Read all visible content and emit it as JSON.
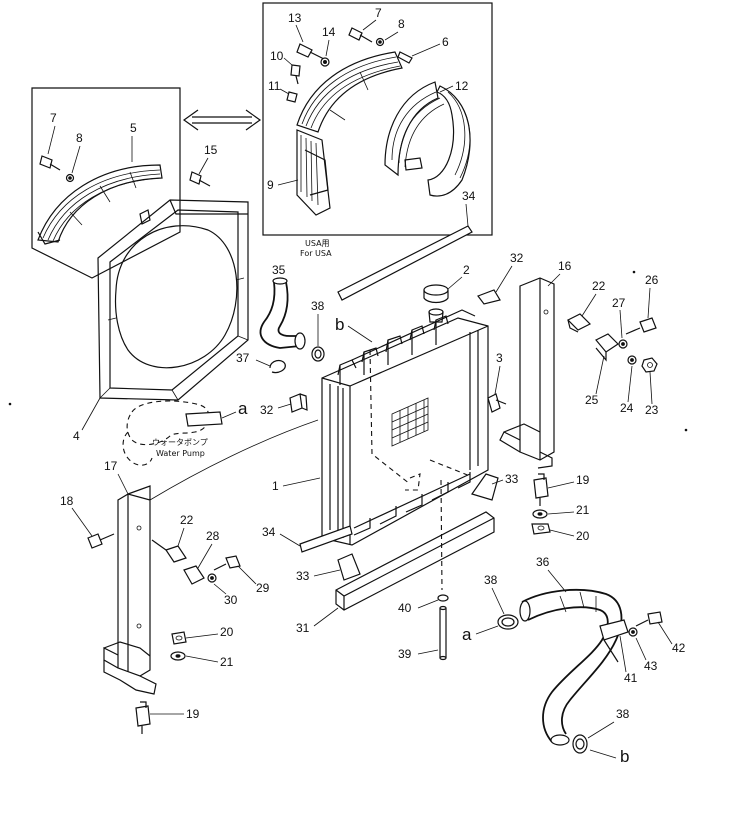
{
  "diagram": {
    "usa_label_jp": "USA用",
    "usa_label_en": "For USA",
    "water_pump_jp": "ウォータポンプ",
    "water_pump_en": "Water Pump",
    "callouts": [
      {
        "id": "c1",
        "text": "1"
      },
      {
        "id": "c2",
        "text": "2"
      },
      {
        "id": "c3",
        "text": "3"
      },
      {
        "id": "c4",
        "text": "4"
      },
      {
        "id": "c5",
        "text": "5"
      },
      {
        "id": "c6",
        "text": "6"
      },
      {
        "id": "c7a",
        "text": "7"
      },
      {
        "id": "c7b",
        "text": "7"
      },
      {
        "id": "c8a",
        "text": "8"
      },
      {
        "id": "c8b",
        "text": "8"
      },
      {
        "id": "c9",
        "text": "9"
      },
      {
        "id": "c10",
        "text": "10"
      },
      {
        "id": "c11",
        "text": "11"
      },
      {
        "id": "c12",
        "text": "12"
      },
      {
        "id": "c13",
        "text": "13"
      },
      {
        "id": "c14",
        "text": "14"
      },
      {
        "id": "c15",
        "text": "15"
      },
      {
        "id": "c16",
        "text": "16"
      },
      {
        "id": "c17",
        "text": "17"
      },
      {
        "id": "c18",
        "text": "18"
      },
      {
        "id": "c19a",
        "text": "19"
      },
      {
        "id": "c19b",
        "text": "19"
      },
      {
        "id": "c20a",
        "text": "20"
      },
      {
        "id": "c20b",
        "text": "20"
      },
      {
        "id": "c21a",
        "text": "21"
      },
      {
        "id": "c21b",
        "text": "21"
      },
      {
        "id": "c22a",
        "text": "22"
      },
      {
        "id": "c22b",
        "text": "22"
      },
      {
        "id": "c23",
        "text": "23"
      },
      {
        "id": "c24",
        "text": "24"
      },
      {
        "id": "c25",
        "text": "25"
      },
      {
        "id": "c26",
        "text": "26"
      },
      {
        "id": "c27",
        "text": "27"
      },
      {
        "id": "c28",
        "text": "28"
      },
      {
        "id": "c29",
        "text": "29"
      },
      {
        "id": "c30",
        "text": "30"
      },
      {
        "id": "c31",
        "text": "31"
      },
      {
        "id": "c32a",
        "text": "32"
      },
      {
        "id": "c32b",
        "text": "32"
      },
      {
        "id": "c33a",
        "text": "33"
      },
      {
        "id": "c33b",
        "text": "33"
      },
      {
        "id": "c34a",
        "text": "34"
      },
      {
        "id": "c34b",
        "text": "34"
      },
      {
        "id": "c35",
        "text": "35"
      },
      {
        "id": "c36",
        "text": "36"
      },
      {
        "id": "c37",
        "text": "37"
      },
      {
        "id": "c38a",
        "text": "38"
      },
      {
        "id": "c38b",
        "text": "38"
      },
      {
        "id": "c38c",
        "text": "38"
      },
      {
        "id": "c39",
        "text": "39"
      },
      {
        "id": "c40",
        "text": "40"
      },
      {
        "id": "c41",
        "text": "41"
      },
      {
        "id": "c42",
        "text": "42"
      },
      {
        "id": "c43",
        "text": "43"
      },
      {
        "id": "la1",
        "text": "a"
      },
      {
        "id": "la2",
        "text": "a"
      },
      {
        "id": "lb1",
        "text": "b"
      },
      {
        "id": "lb2",
        "text": "b"
      }
    ]
  }
}
